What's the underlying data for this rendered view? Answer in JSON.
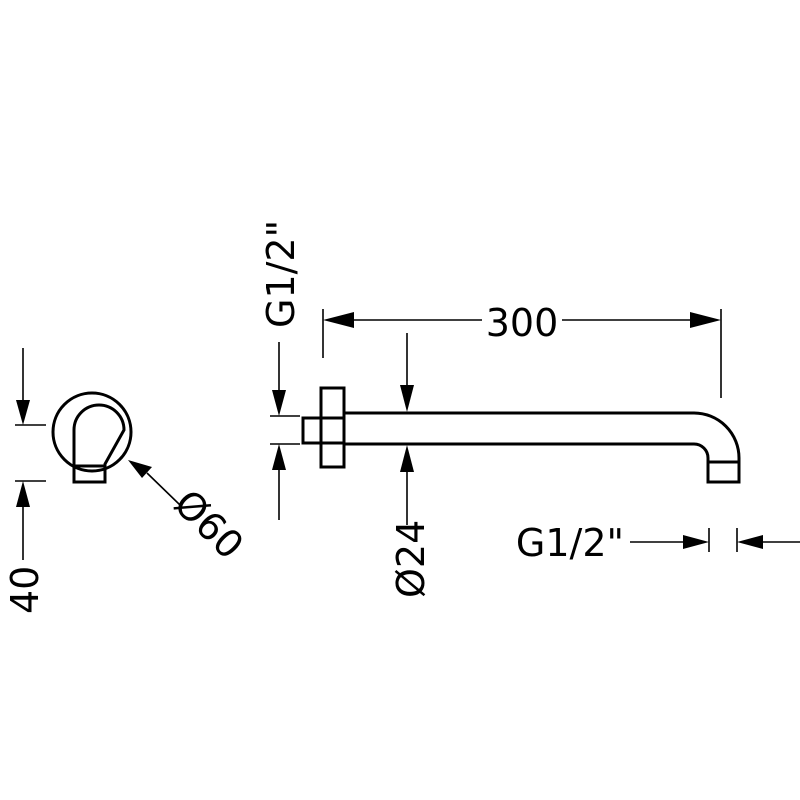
{
  "dimensions": {
    "rosette_diameter": "Ø60",
    "rosette_depth": "40",
    "arm_length": "300",
    "tube_diameter": "Ø24",
    "inlet_thread": "G1/2\"",
    "outlet_thread": "G1/2\""
  }
}
